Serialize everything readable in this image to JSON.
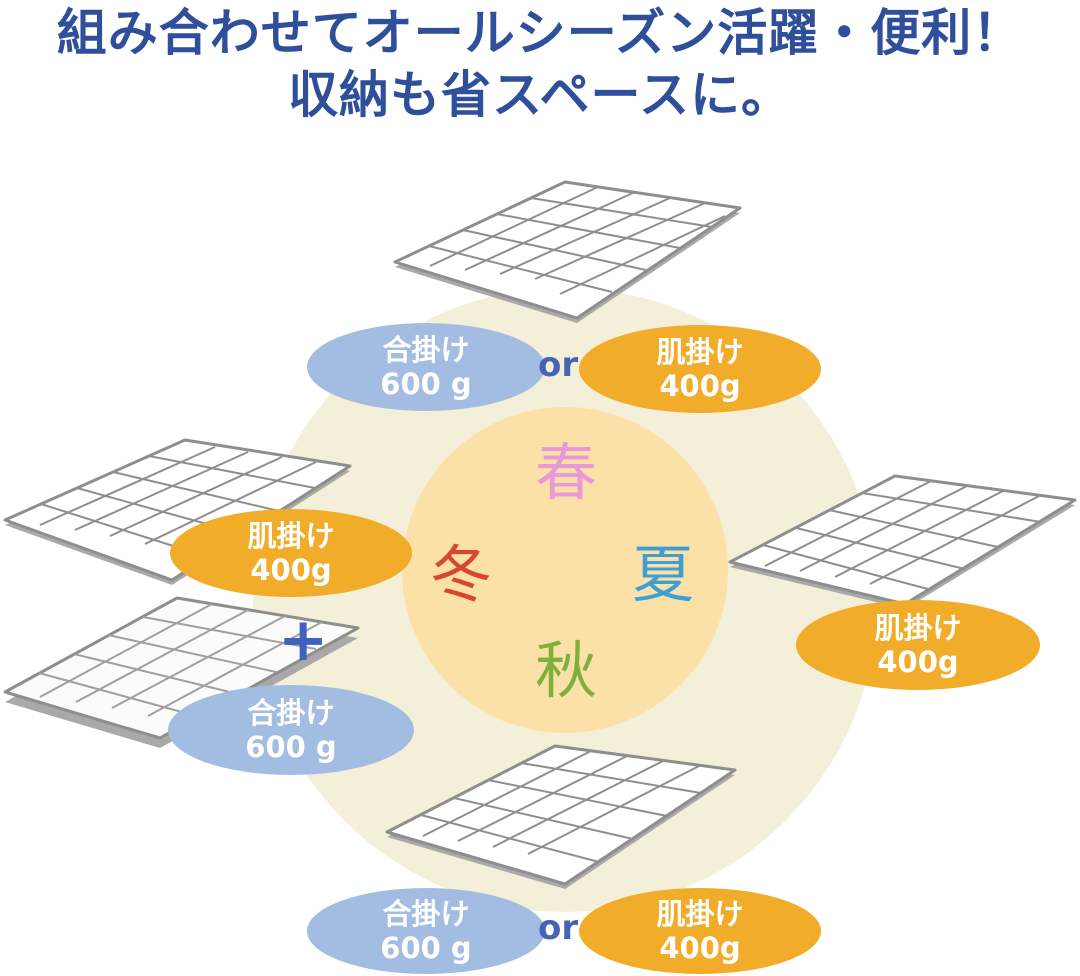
{
  "headline": {
    "line1": "組み合わせてオールシーズン活躍・便利！",
    "line2": "収納も省スペースに。"
  },
  "seasons": {
    "spring": "春",
    "summer": "夏",
    "autumn": "秋",
    "winter": "冬"
  },
  "seasonColors": {
    "spring": "#e89ad6",
    "summer": "#3f9fd3",
    "autumn": "#7fb03b",
    "winter": "#d9452d"
  },
  "labels": {
    "aigake_name": "合掛け",
    "aigake_weight": "600 g",
    "hadagake_name": "肌掛け",
    "hadagake_weight": "400g",
    "or": "or",
    "plus": "+"
  },
  "colors": {
    "headline": "#2f4f9a",
    "aigake_pill": "#a3bde2",
    "hadagake_pill": "#f1ad2a",
    "outer_circle": "#f3efd9",
    "inner_circle": "#fbe1a8"
  }
}
